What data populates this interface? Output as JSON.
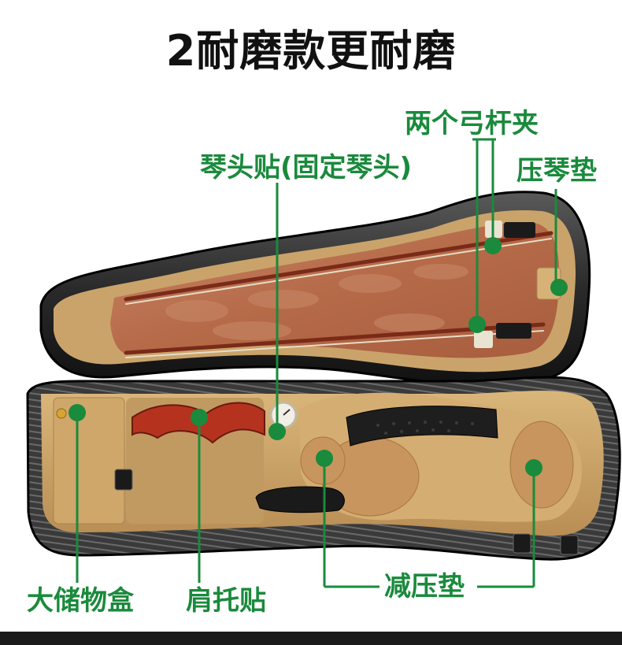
{
  "title": "2耐磨款更耐磨",
  "labels": {
    "bow_clips": "两个弓杆夹",
    "scroll_pad": "琴头贴(固定琴头)",
    "body_pad": "压琴垫",
    "storage_box": "大储物盒",
    "shoulder_pad": "肩托贴",
    "pressure_pad": "减压垫"
  },
  "colors": {
    "label_green": "#1a8a3c",
    "case_shell": "#2b2b2b",
    "lining_tan": "#c9a36a",
    "velvet_brown": "#b5694a"
  }
}
